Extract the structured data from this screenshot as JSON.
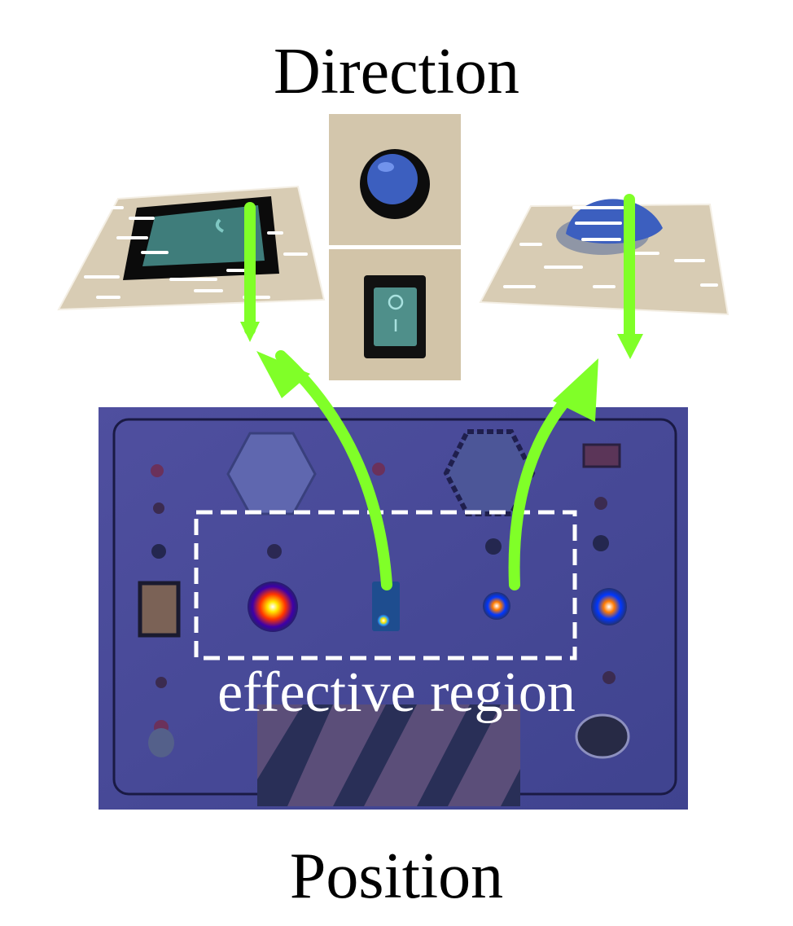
{
  "labels": {
    "direction": "Direction",
    "position": "Position",
    "effective_region": "effective region"
  },
  "colors": {
    "arrow_green": "#80ff28",
    "overlay_blue": "#4d4f9f",
    "board_tan": "#d8ccb4",
    "button_blue": "#3c5fbf",
    "switch_teal": "#4f8f8a"
  }
}
